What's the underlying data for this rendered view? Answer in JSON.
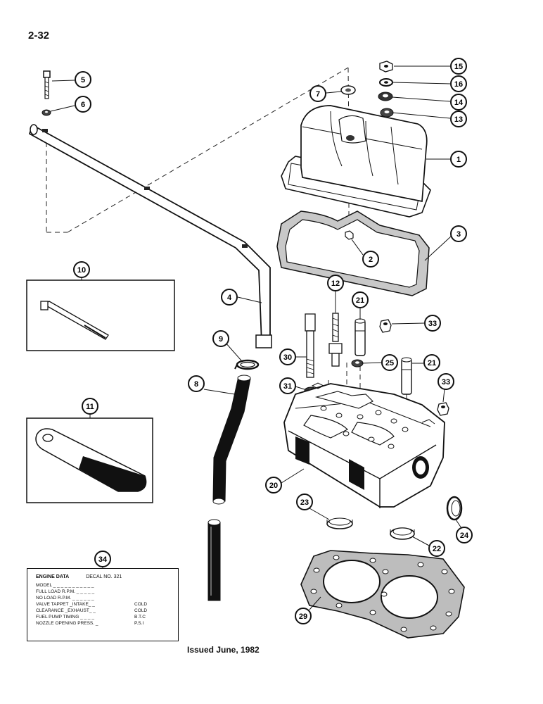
{
  "page_number": "2-32",
  "issued_text": "Issued June, 1982",
  "callouts": [
    {
      "id": "c1",
      "label": "1"
    },
    {
      "id": "c2",
      "label": "2"
    },
    {
      "id": "c3",
      "label": "3"
    },
    {
      "id": "c4",
      "label": "4"
    },
    {
      "id": "c5",
      "label": "5"
    },
    {
      "id": "c6",
      "label": "6"
    },
    {
      "id": "c7",
      "label": "7"
    },
    {
      "id": "c8",
      "label": "8"
    },
    {
      "id": "c9",
      "label": "9"
    },
    {
      "id": "c10",
      "label": "10"
    },
    {
      "id": "c11",
      "label": "11"
    },
    {
      "id": "c12",
      "label": "12"
    },
    {
      "id": "c13",
      "label": "13"
    },
    {
      "id": "c14",
      "label": "14"
    },
    {
      "id": "c15",
      "label": "15"
    },
    {
      "id": "c16",
      "label": "16"
    },
    {
      "id": "c20",
      "label": "20"
    },
    {
      "id": "c21a",
      "label": "21"
    },
    {
      "id": "c21b",
      "label": "21"
    },
    {
      "id": "c22",
      "label": "22"
    },
    {
      "id": "c23",
      "label": "23"
    },
    {
      "id": "c24",
      "label": "24"
    },
    {
      "id": "c25",
      "label": "25"
    },
    {
      "id": "c29",
      "label": "29"
    },
    {
      "id": "c30",
      "label": "30"
    },
    {
      "id": "c31",
      "label": "31"
    },
    {
      "id": "c33a",
      "label": "33"
    },
    {
      "id": "c33b",
      "label": "33"
    },
    {
      "id": "c34",
      "label": "34"
    }
  ],
  "decal": {
    "title": "ENGINE DATA",
    "decal_no": "DECAL NO. 321",
    "rows": [
      {
        "label": "MODEL _ _ _ _ _ _ _ _ _ _ _",
        "value": ""
      },
      {
        "label": "FULL LOAD R.P.M. _ _ _ _ _",
        "value": ""
      },
      {
        "label": "NO LOAD R.P.M. _ _ _ _ _ _",
        "value": ""
      },
      {
        "label": "VALVE TAPPET _INTAKE_ _",
        "value": "COLD"
      },
      {
        "label": "CLEARANCE _EXHAUST_ _",
        "value": "COLD"
      },
      {
        "label": "FUEL PUMP TIMING _ _ _ _",
        "value": "B.T.C"
      },
      {
        "label": "NOZZLE OPENING PRESS. _",
        "value": "P.S.I"
      }
    ]
  }
}
